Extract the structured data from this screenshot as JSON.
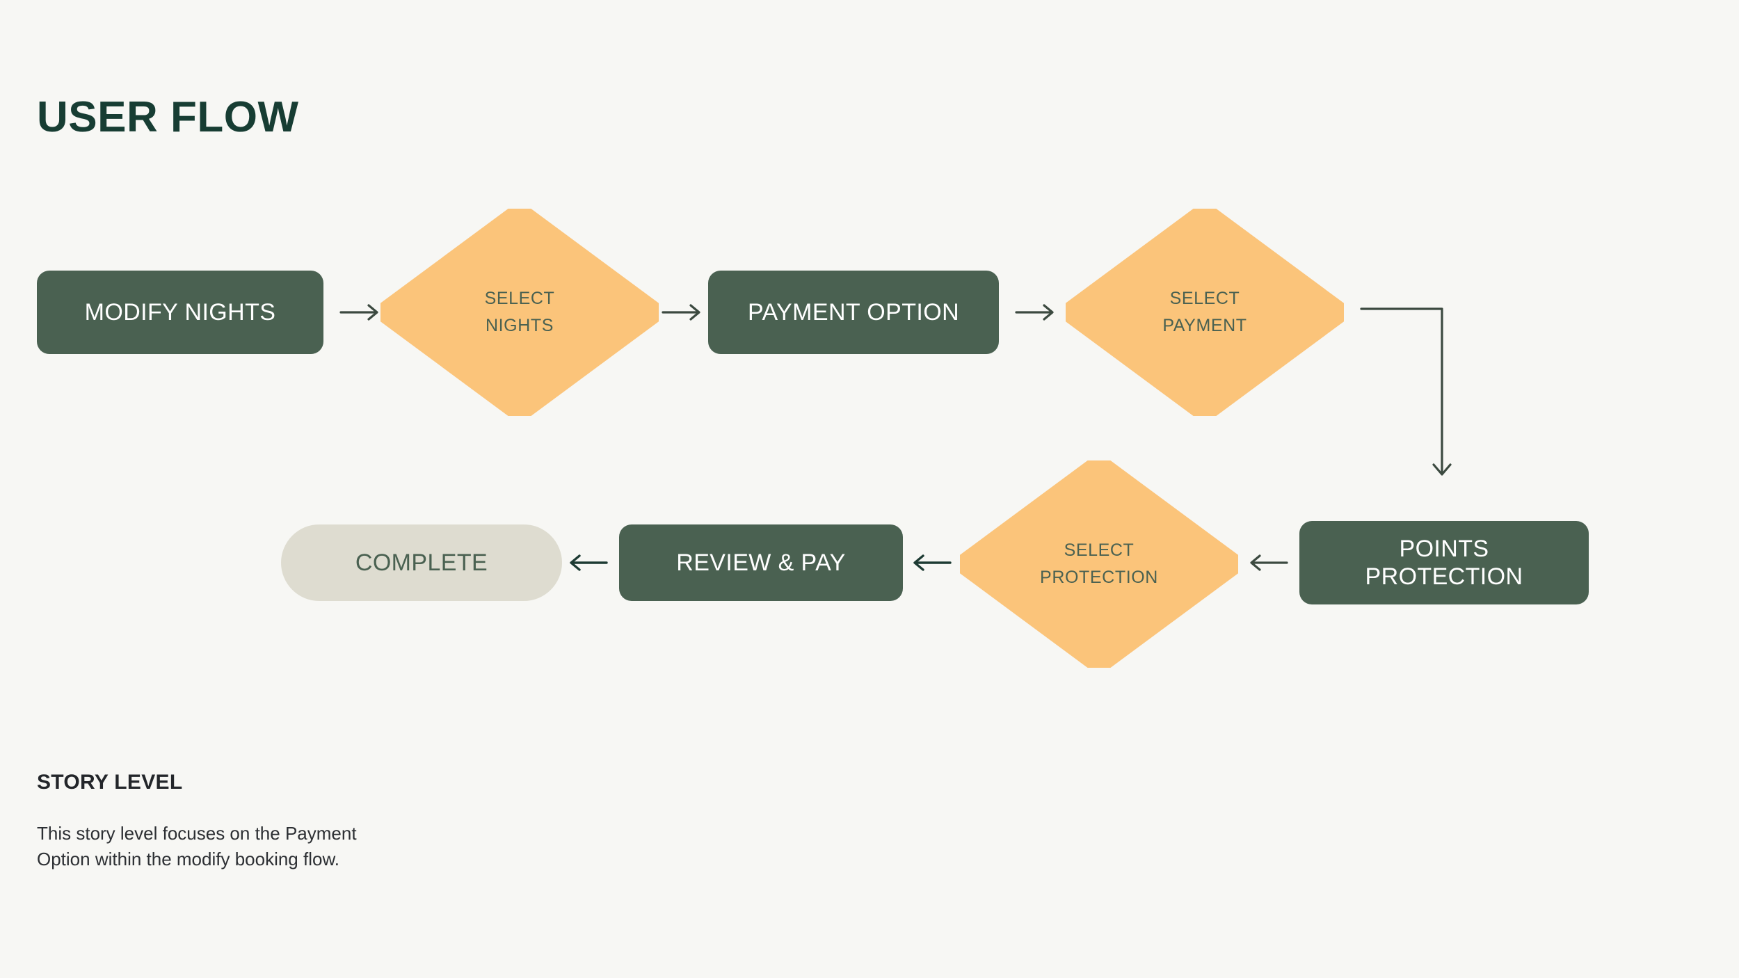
{
  "page": {
    "title": "USER FLOW",
    "background_color": "#f7f7f4",
    "title_color": "#173d33"
  },
  "palette": {
    "process_fill": "#4a6151",
    "process_text": "#ffffff",
    "decision_fill": "#fbc47a",
    "decision_text": "#4a6151",
    "terminal_fill": "#dedcd0",
    "terminal_text": "#4a6151",
    "connector": "#3c4a40"
  },
  "flow": {
    "row1": [
      {
        "id": "modify-nights",
        "type": "process",
        "label": "MODIFY NIGHTS"
      },
      {
        "id": "select-nights",
        "type": "decision",
        "label": "SELECT\nNIGHTS"
      },
      {
        "id": "payment-option",
        "type": "process",
        "label": "PAYMENT OPTION"
      },
      {
        "id": "select-payment",
        "type": "decision",
        "label": "SELECT\nPAYMENT"
      }
    ],
    "row2": [
      {
        "id": "complete",
        "type": "terminal",
        "label": "COMPLETE"
      },
      {
        "id": "review-pay",
        "type": "process",
        "label": "REVIEW & PAY"
      },
      {
        "id": "select-protection",
        "type": "decision",
        "label": "SELECT\nPROTECTION"
      },
      {
        "id": "points-protection",
        "type": "process",
        "label": "POINTS\nPROTECTION"
      }
    ],
    "connectors": [
      {
        "id": "modify-to-select-nights",
        "direction": "right"
      },
      {
        "id": "select-nights-to-payment",
        "direction": "right"
      },
      {
        "id": "payment-to-select-payment",
        "direction": "right"
      },
      {
        "id": "select-payment-to-points",
        "direction": "elbow-down"
      },
      {
        "id": "points-to-select-protection",
        "direction": "left"
      },
      {
        "id": "select-protection-to-review",
        "direction": "left"
      },
      {
        "id": "review-to-complete",
        "direction": "left"
      }
    ]
  },
  "footer": {
    "heading": "STORY LEVEL",
    "body": "This story level focuses on the Payment\nOption within the modify booking flow."
  }
}
